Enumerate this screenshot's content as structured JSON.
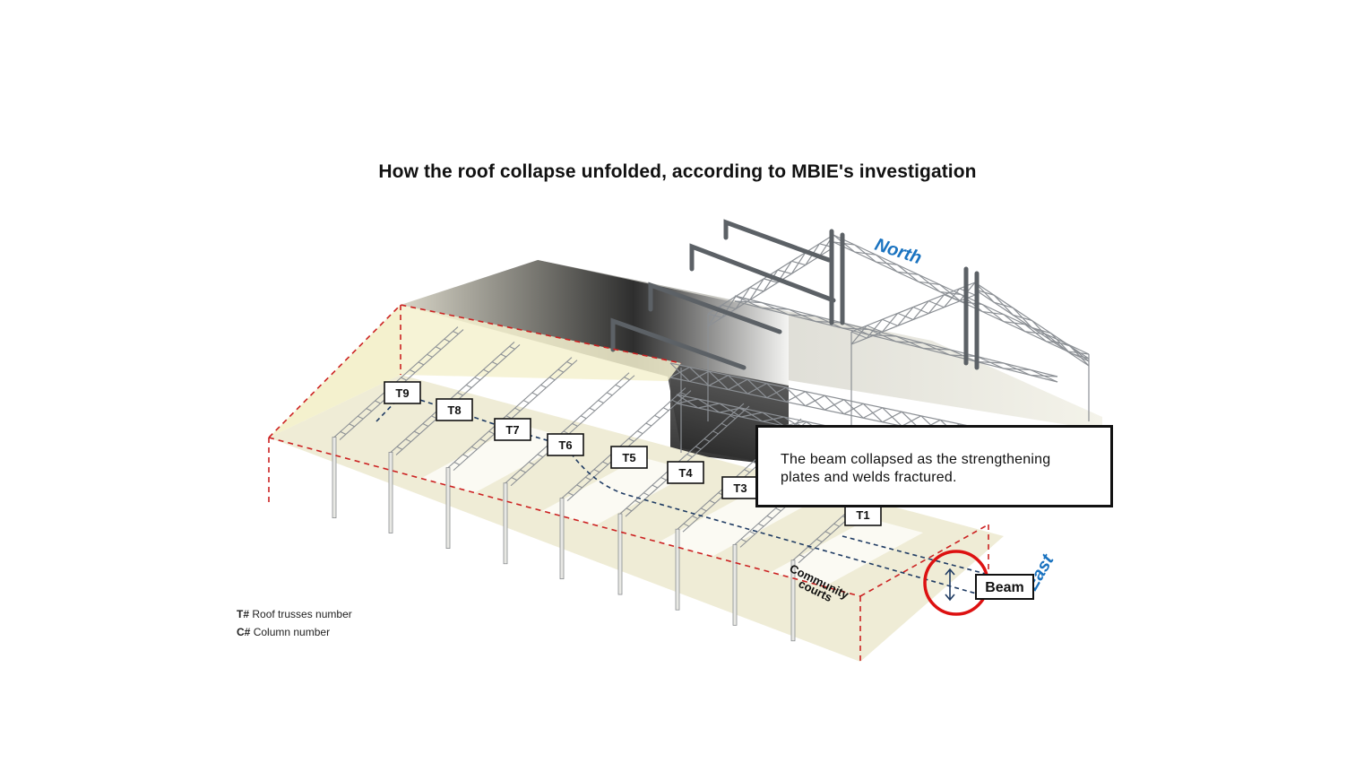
{
  "title": "How the roof collapse unfolded, according to MBIE's investigation",
  "compass": {
    "north": "North",
    "east": "East"
  },
  "trusses": [
    "T9",
    "T8",
    "T7",
    "T6",
    "T5",
    "T4",
    "T3",
    "T1"
  ],
  "courts_label_line1": "Community",
  "courts_label_line2": "courts",
  "beam_label": "Beam",
  "callout": {
    "text": "The beam collapsed as the strengthening plates and welds fractured."
  },
  "legend": [
    {
      "key": "T#",
      "text": "Roof trusses number"
    },
    {
      "key": "C#",
      "text": "Column number"
    }
  ],
  "colors": {
    "floor": "#f0eed8",
    "floor_light": "#fbfaf3",
    "wall": "#f3efc9",
    "dashed_outline": "#cc2222",
    "failure_line": "#1f3b63",
    "highlight_circle": "#dd1111",
    "compass_text": "#1a73c0",
    "steel": "#5c6166"
  }
}
